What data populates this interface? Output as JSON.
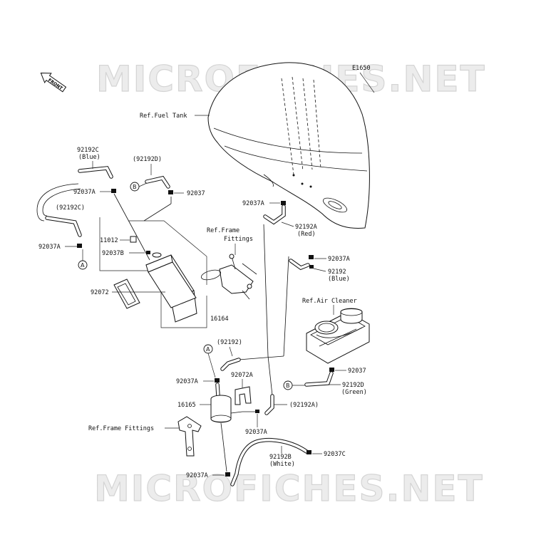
{
  "diagram_id": "E1650",
  "watermark": "MICROFICHES.NET",
  "front_label": "FRONT",
  "callouts": {
    "ref_fuel_tank": "Ref.Fuel Tank",
    "ref_frame_fittings_line1": "Ref.Frame",
    "ref_frame_fittings_line2": "Fittings",
    "ref_frame_fittings_lower": "Ref.Frame Fittings",
    "ref_air_cleaner": "Ref.Air Cleaner"
  },
  "markers": {
    "a": "A",
    "b": "B"
  },
  "parts": {
    "p92192c_blue": "92192C",
    "p92192c_blue_color": "(Blue)",
    "p92037a_1": "92037A",
    "p92192c_paren": "(92192C)",
    "p92037a_2": "92037A",
    "p92192d_paren": "(92192D)",
    "p92037_1": "92037",
    "p11012": "11012",
    "p92037b": "92037B",
    "p92072": "92072",
    "p16164": "16164",
    "p92037a_3": "92037A",
    "p92192a_red": "92192A",
    "p92192a_red_color": "(Red)",
    "p92037a_4": "92037A",
    "p92192_blue": "92192",
    "p92192_blue_color": "(Blue)",
    "p92192_paren": "(92192)",
    "p92037a_5": "92037A",
    "p92072a": "92072A",
    "p16165": "16165",
    "p92037a_6": "92037A",
    "p92192a_paren": "(92192A)",
    "p92037_2": "92037",
    "p92192d_green": "92192D",
    "p92192d_green_color": "(Green)",
    "p92192b_white": "92192B",
    "p92192b_white_color": "(White)",
    "p92037c": "92037C",
    "p92037a_7": "92037A"
  },
  "colors": {
    "ink": "#111111",
    "watermark_fill": "#ececec",
    "watermark_stroke": "#d4d4d4"
  }
}
